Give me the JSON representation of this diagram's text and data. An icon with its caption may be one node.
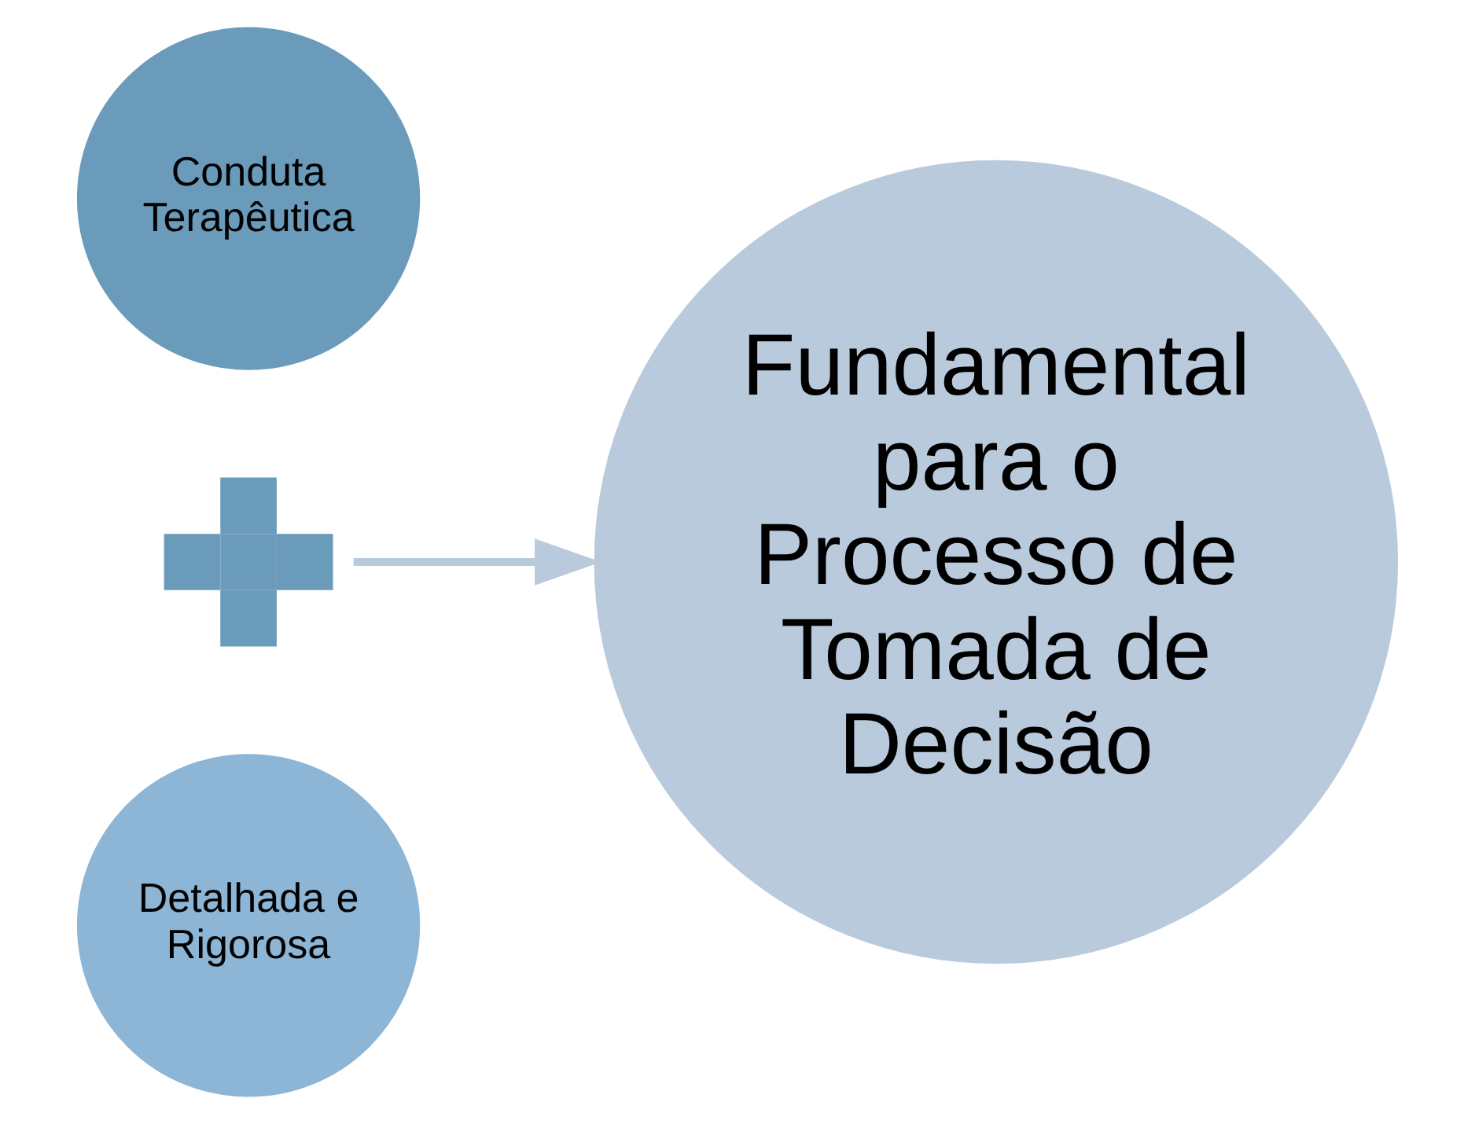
{
  "diagram": {
    "nodes": [
      {
        "text": [
          "Conduta Terapêutica"
        ]
      },
      {
        "text": [],
        "shape": "plus"
      },
      {
        "text": [
          "Detalhada e Rigorosa"
        ]
      },
      {
        "text": [
          "Fundamental para o Processo de Tomada de Decisão"
        ]
      }
    ],
    "edges": [
      {
        "from": 1,
        "to": 3,
        "arrow": "to"
      }
    ]
  }
}
